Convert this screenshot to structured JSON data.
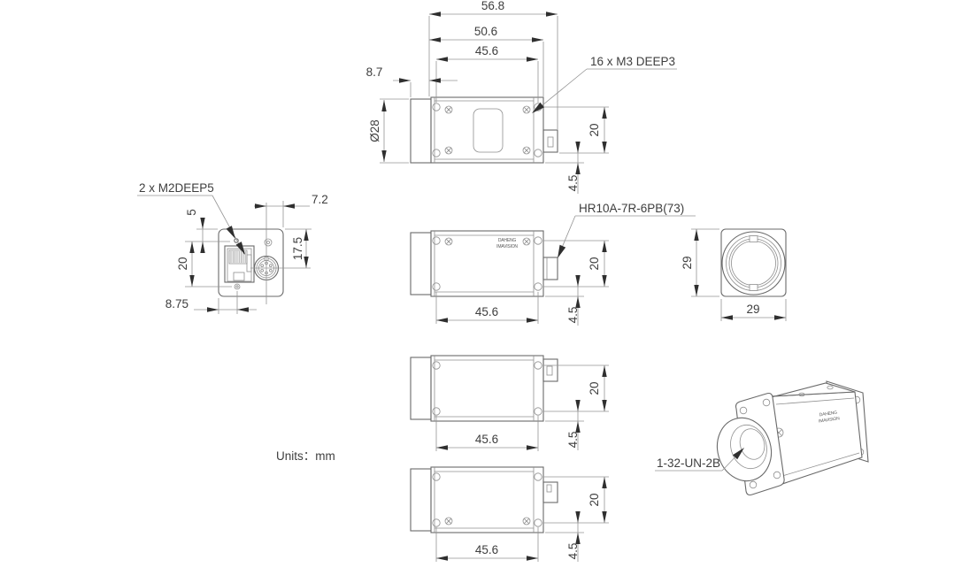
{
  "units_label": "Units：mm",
  "brand_logo": {
    "line1": "DAHENG",
    "line2": "IMAVISION"
  },
  "callouts": {
    "top_screws": "16 x M3 DEEP3",
    "rear_screws": "2 x M2DEEP5",
    "io_connector": "HR10A-7R-6PB(73)",
    "lens_thread": "1-32-UN-2B"
  },
  "views": {
    "top": {
      "width_total": "56.8",
      "width_body": "50.6",
      "hole_span": "45.6",
      "lens_protrusion": "8.7",
      "lens_diameter": "Ø28",
      "hole_height": "20",
      "edge_offset": "4.5"
    },
    "rear": {
      "conn_to_edge": "7.2",
      "hole_to_top": "5",
      "hole_span": "20",
      "conn_depth": "17.5",
      "hole_to_side": "8.75"
    },
    "side_a": {
      "hole_span": "45.6",
      "hole_height": "20",
      "edge_offset": "4.5"
    },
    "side_b": {
      "hole_span": "45.6",
      "hole_height": "20",
      "edge_offset": "4.5"
    },
    "side_c": {
      "hole_span": "45.6",
      "hole_height": "20",
      "edge_offset": "4.5"
    },
    "front": {
      "height": "29",
      "width": "29"
    }
  }
}
